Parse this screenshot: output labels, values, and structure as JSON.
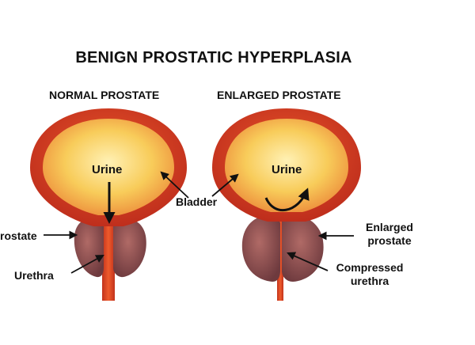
{
  "title": "BENIGN PROSTATIC HYPERPLASIA",
  "panels": {
    "normal": {
      "heading": "NORMAL PROSTATE",
      "urine_label": "Urine",
      "prostate_label": "rostate",
      "urethra_label": "Urethra"
    },
    "enlarged": {
      "heading": "ENLARGED PROSTATE",
      "urine_label": "Urine",
      "enlarged_prostate_label": [
        "Enlarged",
        "prostate"
      ],
      "compressed_urethra_label": [
        "Compressed",
        "urethra"
      ]
    }
  },
  "shared_labels": {
    "bladder": "Bladder"
  },
  "colors": {
    "bladder_wall": "#d0391e",
    "bladder_inner": "#f6c24e",
    "prostate": "#8f4f4f",
    "urethra": "#e0431f",
    "arrow": "#111111"
  }
}
